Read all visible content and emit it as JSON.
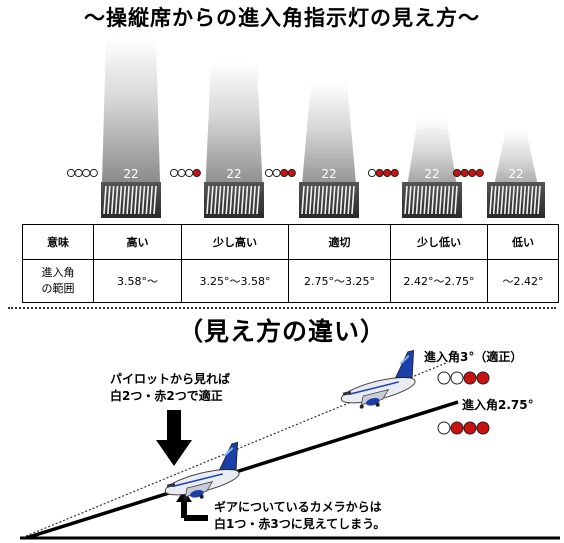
{
  "title": "～操縦席からの進入角指示灯の見え方～",
  "runway_number": "22",
  "indicators": [
    {
      "reds": 0,
      "meaning": "高い",
      "range": "3.58°～"
    },
    {
      "reds": 1,
      "meaning": "少し高い",
      "range": "3.25°～3.58°"
    },
    {
      "reds": 2,
      "meaning": "適切",
      "range": "2.75°～3.25°"
    },
    {
      "reds": 3,
      "meaning": "少し低い",
      "range": "2.42°～2.75°"
    },
    {
      "reds": 4,
      "meaning": "低い",
      "range": "～2.42°"
    }
  ],
  "table": {
    "meaning_header": "意味",
    "range_header_line1": "進入角",
    "range_header_line2": "の範囲"
  },
  "subtitle": "（見え方の違い）",
  "diagram": {
    "path1_label": "進入角3°（適正）",
    "path2_label": "進入角2.75°",
    "pilot_note_line1": "パイロットから見れば",
    "pilot_note_line2": "白2つ・赤2つで適正",
    "camera_note_line1": "ギアについているカメラからは",
    "camera_note_line2": "白1つ・赤3つに見えてしまう。",
    "path1_reds": 2,
    "path2_reds": 3,
    "colors": {
      "red": "#cc1111",
      "white": "#ffffff",
      "plane_blue": "#1a3fa8"
    }
  }
}
